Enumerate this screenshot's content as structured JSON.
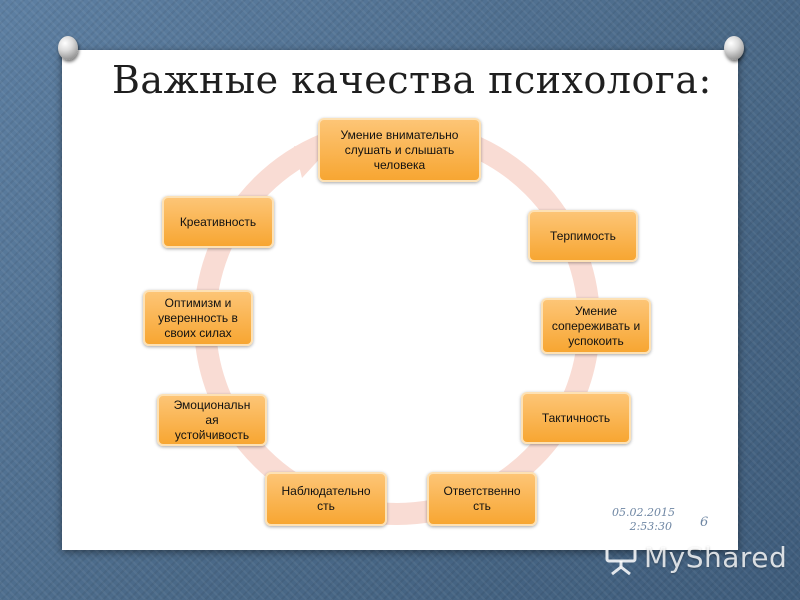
{
  "title": "Важные качества психолога:",
  "cycle_items": [
    "Умение внимательно слушать и слышать человека",
    "Терпимость",
    "Умение сопереживать и успокоить",
    "Тактичность",
    "Ответственно сть",
    "Наблюдательно сть",
    "Эмоциональн ая устойчивость",
    "Оптимизм и уверенность в своих силах",
    "Креативность"
  ],
  "footer": {
    "date": "05.02.2015",
    "time": "2:53:30",
    "page_number": "6"
  },
  "watermark": {
    "text": "MyShared"
  },
  "colors": {
    "node_fill": "#f7a632",
    "node_border": "#fde1b4",
    "cycle_arrow": "#f9dcd4",
    "footer_text": "#6e86a3",
    "background": "#4f6e8f"
  },
  "icons": {
    "pins": "pushpin-icon",
    "watermark_logo": "presentation-board-icon"
  }
}
